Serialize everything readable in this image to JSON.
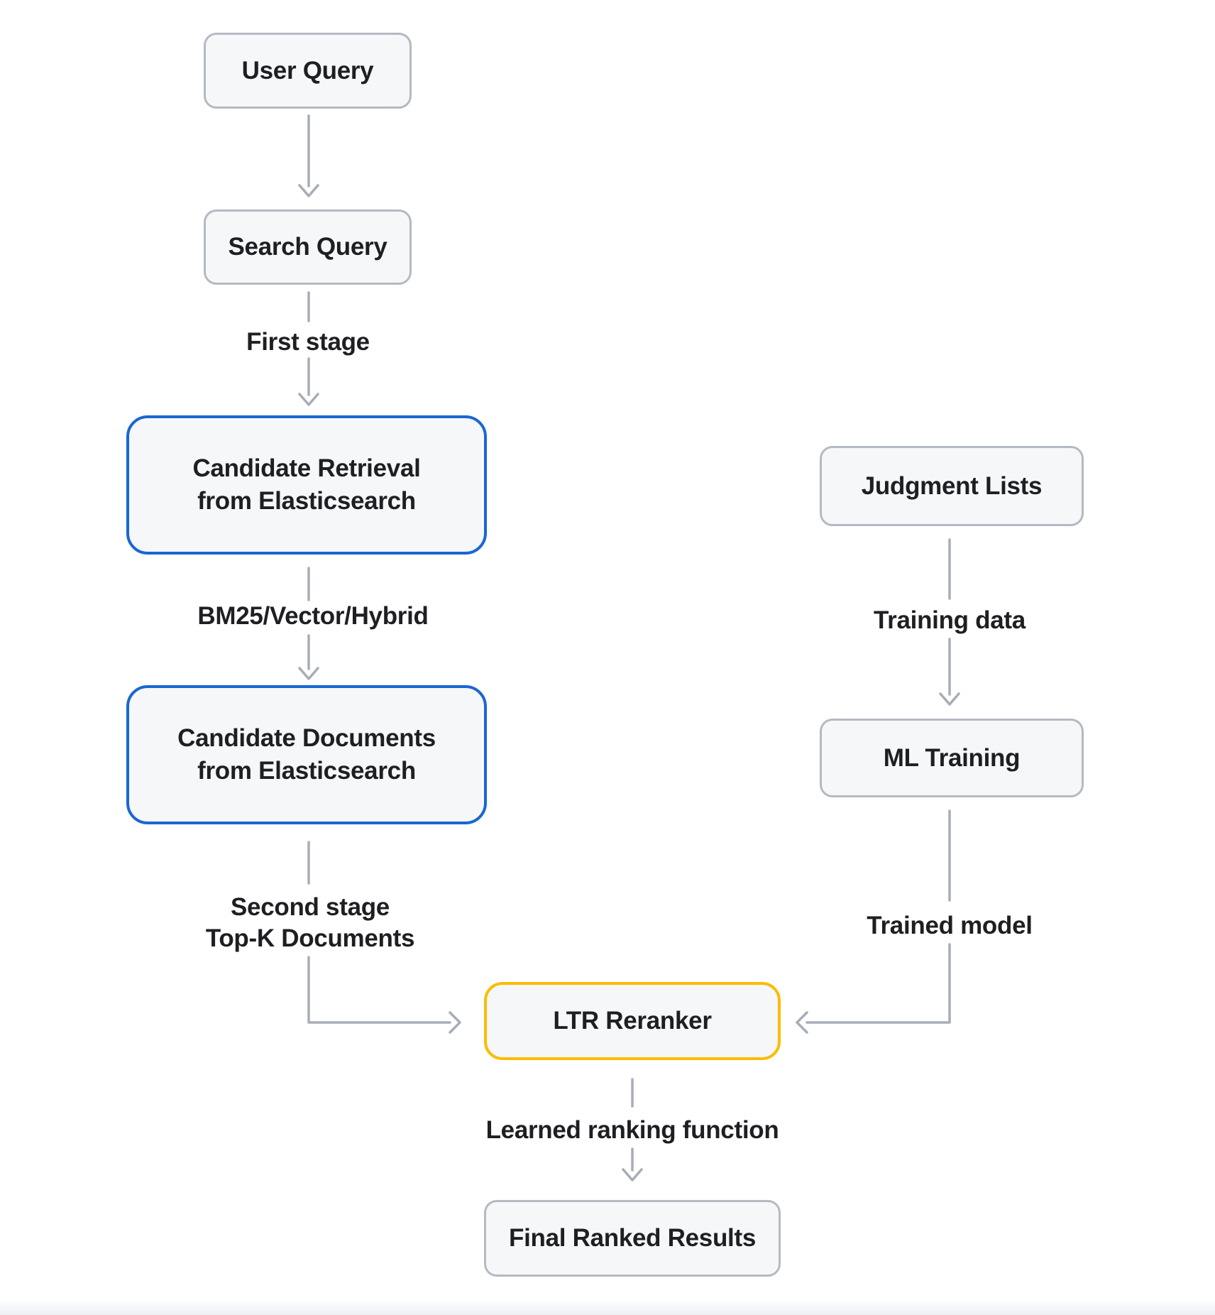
{
  "diagram": {
    "description": "Learning-to-Rank search pipeline flowchart",
    "nodes": {
      "user_query": {
        "label": "User Query",
        "style": "gray"
      },
      "search_query": {
        "label": "Search Query",
        "style": "gray"
      },
      "candidate_retrieval": {
        "label": "Candidate Retrieval\nfrom Elasticsearch",
        "style": "blue"
      },
      "candidate_documents": {
        "label": "Candidate Documents\nfrom Elasticsearch",
        "style": "blue"
      },
      "judgment_lists": {
        "label": "Judgment Lists",
        "style": "gray"
      },
      "ml_training": {
        "label": "ML Training",
        "style": "gray"
      },
      "ltr_reranker": {
        "label": "LTR Reranker",
        "style": "yellow"
      },
      "final_ranked_results": {
        "label": "Final Ranked Results",
        "style": "gray"
      }
    },
    "edge_labels": {
      "first_stage": "First stage",
      "bm25": "BM25/Vector/Hybrid",
      "second_stage": "Second stage\nTop-K Documents",
      "training_data": "Training data",
      "trained_model": "Trained model",
      "learned_ranking": "Learned ranking function"
    },
    "edges": [
      {
        "from": "user_query",
        "to": "search_query",
        "label": ""
      },
      {
        "from": "search_query",
        "to": "candidate_retrieval",
        "label": "First stage"
      },
      {
        "from": "candidate_retrieval",
        "to": "candidate_documents",
        "label": "BM25/Vector/Hybrid"
      },
      {
        "from": "candidate_documents",
        "to": "ltr_reranker",
        "label": "Second stage\nTop-K Documents"
      },
      {
        "from": "judgment_lists",
        "to": "ml_training",
        "label": "Training data"
      },
      {
        "from": "ml_training",
        "to": "ltr_reranker",
        "label": "Trained model"
      },
      {
        "from": "ltr_reranker",
        "to": "final_ranked_results",
        "label": "Learned ranking function"
      }
    ],
    "colors": {
      "accent_blue": "#1967d2",
      "accent_yellow": "#fbbc04",
      "node_fill": "#f5f7f9",
      "node_border": "#b4bac3",
      "arrow": "#a7adb8",
      "text": "#1e1f22"
    }
  }
}
